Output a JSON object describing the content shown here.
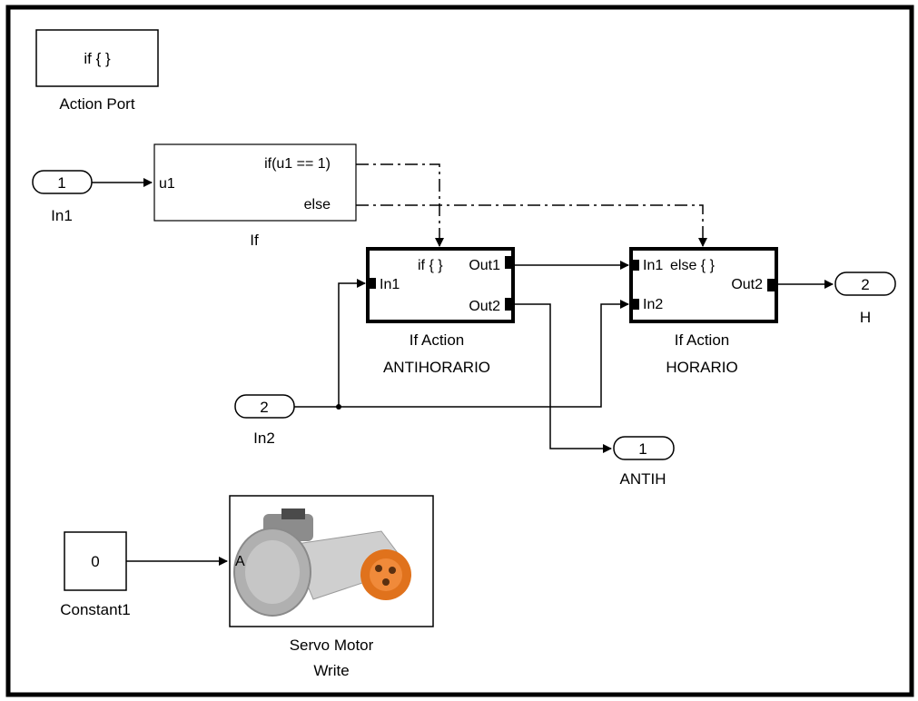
{
  "blocks": {
    "action_port": {
      "text": "if { }",
      "label": "Action Port"
    },
    "if_block": {
      "in": "u1",
      "out1": "if(u1 == 1)",
      "out2": "else",
      "label": "If"
    },
    "in1": {
      "num": "1",
      "label": "In1"
    },
    "in2": {
      "num": "2",
      "label": "In2"
    },
    "antihorario": {
      "in1": "In1",
      "action": "if { }",
      "out1": "Out1",
      "out2": "Out2",
      "label1": "If Action",
      "label2": "ANTIHORARIO"
    },
    "horario": {
      "in1": "In1",
      "action": "else { }",
      "in2": "In2",
      "out2": "Out2",
      "label1": "If Action",
      "label2": "HORARIO"
    },
    "out_h": {
      "num": "2",
      "label": "H"
    },
    "out_antih": {
      "num": "1",
      "label": "ANTIH"
    },
    "constant1": {
      "value": "0",
      "label": "Constant1"
    },
    "servo": {
      "port": "A",
      "label1": "Servo Motor",
      "label2": "Write"
    }
  },
  "colors": {
    "frame": "#000000",
    "background": "#ffffff",
    "motor_orange": "#e0721c",
    "motor_gray": "#b8b8b8"
  }
}
